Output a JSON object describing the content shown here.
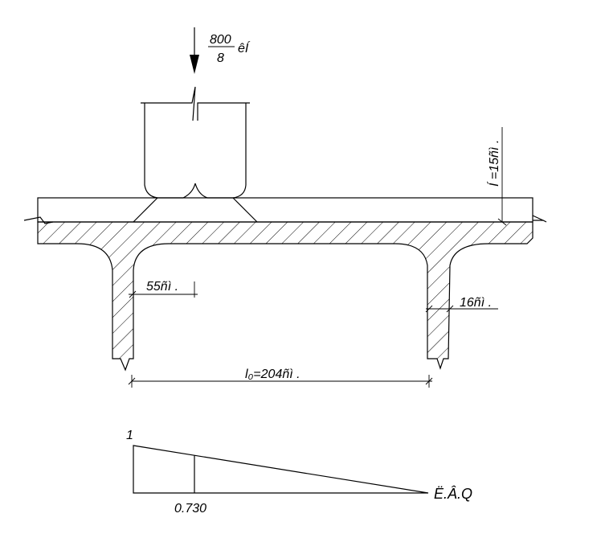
{
  "load": {
    "numerator": "800",
    "denominator": "8",
    "unit": "êÍ"
  },
  "dimensions": {
    "slab_thickness": "Í =15ñì .",
    "rib_offset": "55ñì .",
    "rib_width": "16ñì .",
    "span": "l₀=204ñì ."
  },
  "influence_line": {
    "start_ordinate": "1",
    "ordinate_at_load": "0.730",
    "label": "Ë.Â.Q"
  },
  "colors": {
    "stroke": "#000000",
    "background": "#ffffff"
  }
}
